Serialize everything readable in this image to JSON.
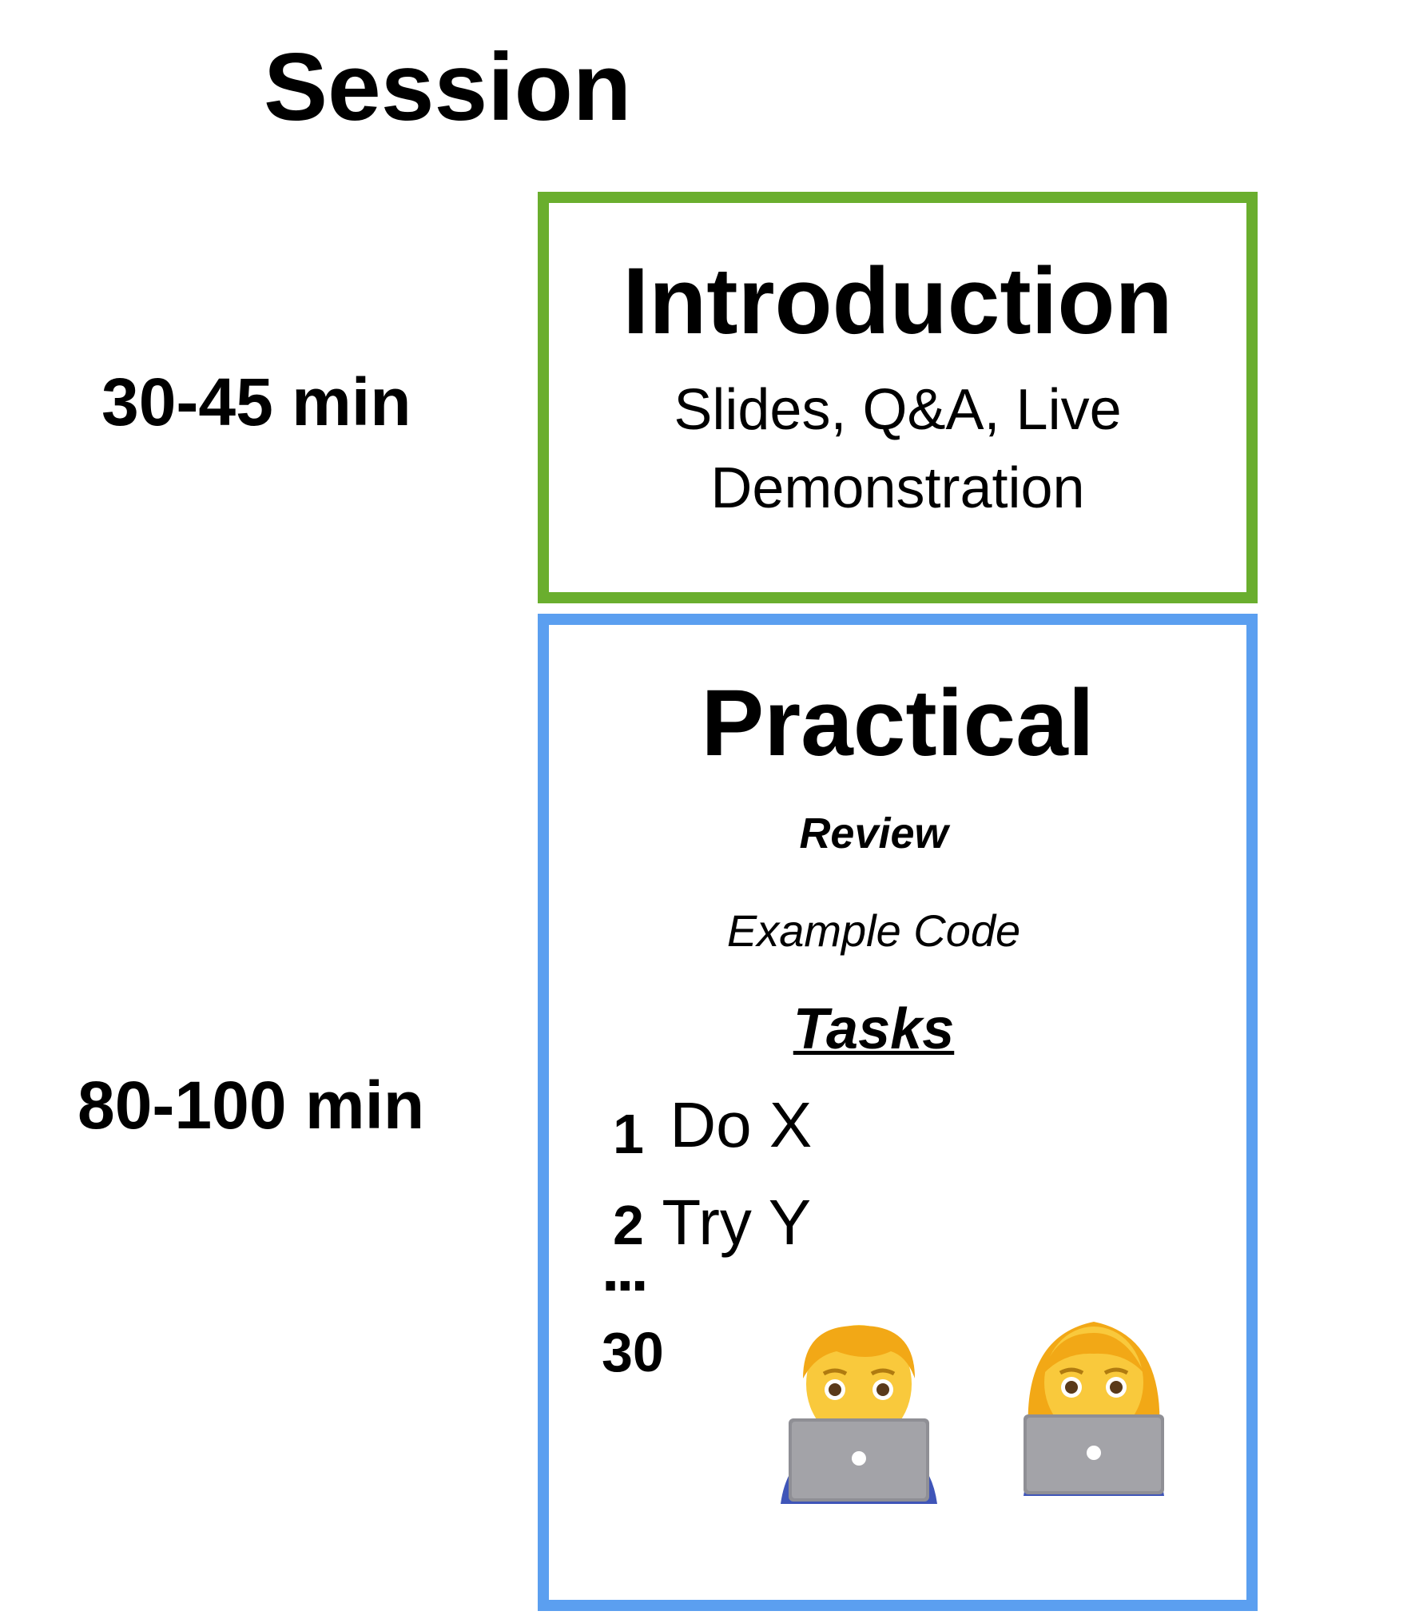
{
  "title": "Session",
  "timeline": {
    "intro_duration": "30-45 min",
    "practical_duration": "80-100 min"
  },
  "introduction": {
    "title": "Introduction",
    "description_line1": "Slides, Q&A, Live",
    "description_line2": "Demonstration",
    "border_color": "#6aae2e"
  },
  "practical": {
    "title": "Practical",
    "review": "Review",
    "example_code": "Example Code",
    "tasks_heading": "Tasks",
    "tasks": [
      {
        "number": "1",
        "text": "Do X"
      },
      {
        "number": "2",
        "text": "Try Y"
      }
    ],
    "ellipsis": "...",
    "last_task_number": "30",
    "border_color": "#5b9ff0"
  },
  "icons": [
    "man-technologist-icon",
    "woman-technologist-icon"
  ]
}
